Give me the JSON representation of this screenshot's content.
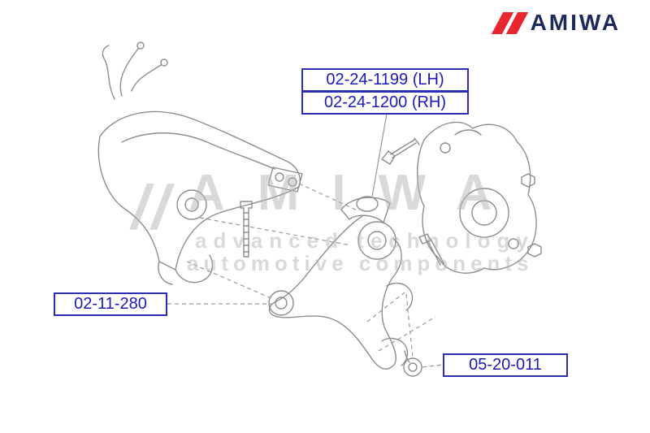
{
  "brand": {
    "logo_text": "AMIWA",
    "logo_slashes": "//"
  },
  "watermark": {
    "slashes": "//",
    "title": "AMIWA",
    "subtitle1": "advanced technology",
    "subtitle2": "automotive components"
  },
  "part_labels": {
    "upper_lh": "02-24-1199 (LH)",
    "upper_rh": "02-24-1200 (RH)",
    "control_arm": "02-11-280",
    "ball_joint": "05-20-011"
  },
  "colors": {
    "label_text": "#1b1bb3",
    "label_border": "#2d2db4",
    "logo_red": "#e8262d",
    "logo_navy": "#1d2a5a",
    "drawing_line": "#8d8d8d",
    "watermark_gray": "#b5b5b5"
  }
}
